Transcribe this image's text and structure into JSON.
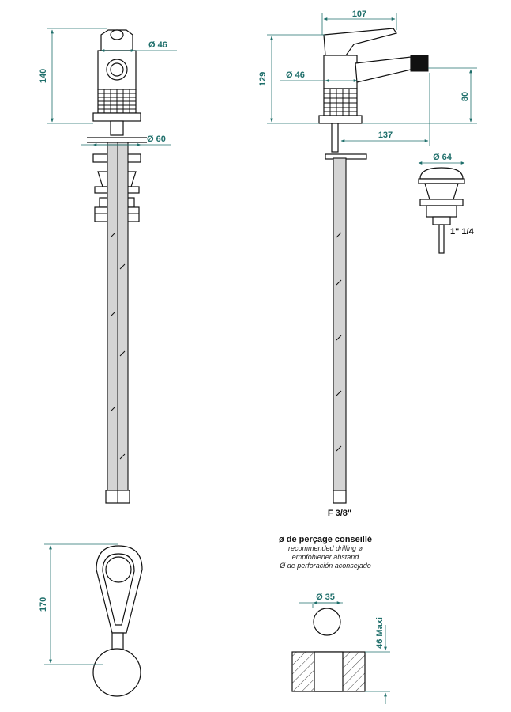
{
  "dimensions": {
    "front_height": "140",
    "front_top_diameter": "Ø 46",
    "front_base_diameter": "Ø 60",
    "side_top_width": "107",
    "side_height": "129",
    "side_diameter": "Ø 46",
    "spout_height": "80",
    "spout_reach": "137",
    "waste_diameter": "Ø 64",
    "waste_thread": "1\" 1/4",
    "plan_length": "170",
    "hole_diameter": "Ø 35",
    "deck_thickness": "46  Maxi"
  },
  "labels": {
    "hose_connection": "F 3/8\""
  },
  "drilling_note": {
    "title": "ø de perçage conseillé",
    "en": "recommended drilling ø",
    "de": "empfohlener abstand",
    "es": "Ø de perforación aconsejado"
  },
  "colors": {
    "dimension": "#1f6f6b",
    "outline": "#111111",
    "hose_fill": "#d4d4d4"
  }
}
